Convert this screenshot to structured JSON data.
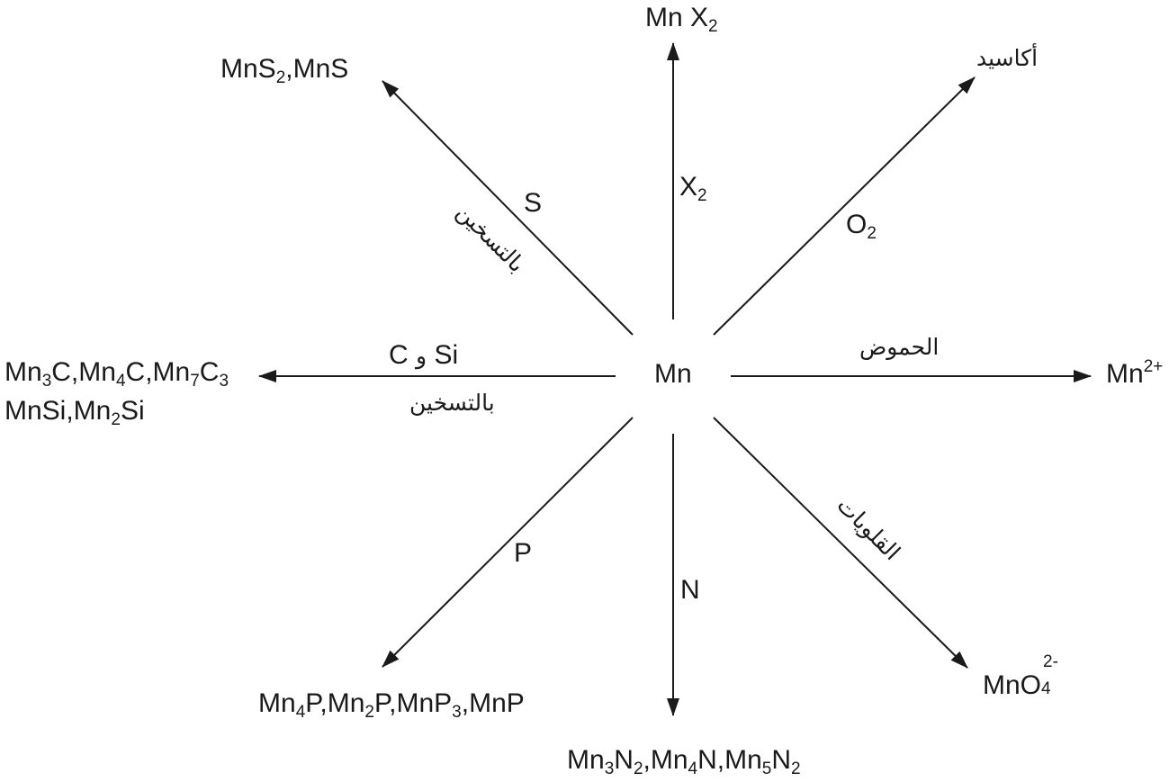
{
  "center": "Mn",
  "branches": [
    {
      "id": "halogen",
      "reagent": {
        "main": "X",
        "sub": "2"
      },
      "product": [
        {
          "t": "Mn X"
        },
        {
          "sub": "2"
        }
      ]
    },
    {
      "id": "oxygen",
      "reagent": {
        "main": "O",
        "sub": "2"
      },
      "product_text": "أكاسيد"
    },
    {
      "id": "acid",
      "condition": "الحموض",
      "product": {
        "main": "Mn",
        "sup": "2+"
      }
    },
    {
      "id": "alkali",
      "condition": "القلويات",
      "product": {
        "main": "MnO",
        "sup": "2-",
        "sub": "4"
      }
    },
    {
      "id": "nitrogen",
      "reagent": "N",
      "product": [
        {
          "t": "Mn"
        },
        {
          "sub": "3"
        },
        {
          "t": "N"
        },
        {
          "sub": "2"
        },
        {
          "t": ",Mn"
        },
        {
          "sub": "4"
        },
        {
          "t": "N,Mn"
        },
        {
          "sub": "5"
        },
        {
          "t": "N"
        },
        {
          "sub": "2"
        }
      ]
    },
    {
      "id": "phosphorus",
      "reagent": "P",
      "product": [
        {
          "t": "Mn"
        },
        {
          "sub": "4"
        },
        {
          "t": "P,Mn"
        },
        {
          "sub": "2"
        },
        {
          "t": "P,MnP"
        },
        {
          "sub": "3"
        },
        {
          "t": ",MnP"
        }
      ]
    },
    {
      "id": "carbon-silicon",
      "reagent_text": "و",
      "reagent_left": "C",
      "reagent_right": "Si",
      "condition": "بالتسخين",
      "product_line1": [
        {
          "t": "Mn"
        },
        {
          "sub": "3"
        },
        {
          "t": "C,Mn"
        },
        {
          "sub": "4"
        },
        {
          "t": "C,Mn"
        },
        {
          "sub": "7"
        },
        {
          "t": "C"
        },
        {
          "sub": "3"
        }
      ],
      "product_line2": [
        {
          "t": "MnSi,Mn"
        },
        {
          "sub": "2"
        },
        {
          "t": "Si"
        }
      ]
    },
    {
      "id": "sulfur",
      "reagent": "S",
      "condition": "بالتسخين",
      "product": [
        {
          "t": "MnS"
        },
        {
          "sub": "2"
        },
        {
          "t": ",MnS"
        }
      ]
    }
  ]
}
